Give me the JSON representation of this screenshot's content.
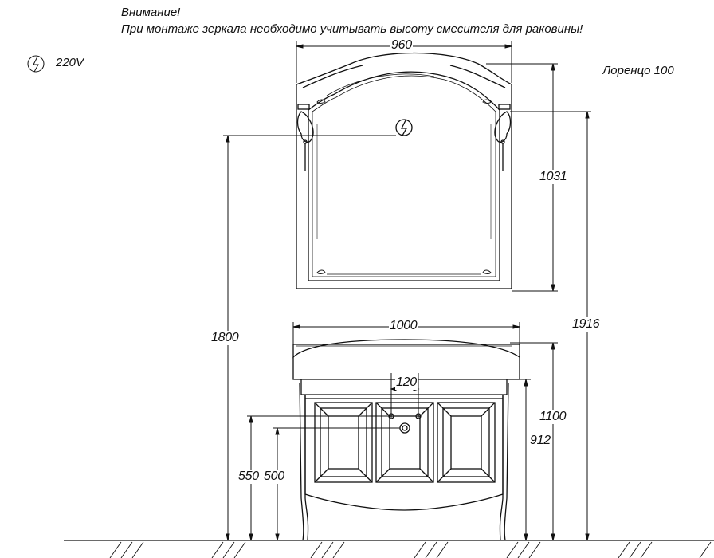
{
  "notes": {
    "warning_title": "Внимание!",
    "warning_text": "При монтаже зеркала необходимо учитывать высоту смесителя для раковины!"
  },
  "power": {
    "label": "220V",
    "icon": "lightning-icon"
  },
  "model": {
    "name": "Лоренцо  100"
  },
  "dimensions": {
    "mirror_width": "960",
    "mirror_height": "1031",
    "socket_height": "1800",
    "total_height": "1916",
    "cabinet_width": "1000",
    "cabinet_height": "1100",
    "tap_spacing": "120",
    "countertop_height": "912",
    "outlet_height_1": "550",
    "outlet_height_2": "500"
  },
  "colors": {
    "line": "#111111",
    "background": "#ffffff"
  }
}
